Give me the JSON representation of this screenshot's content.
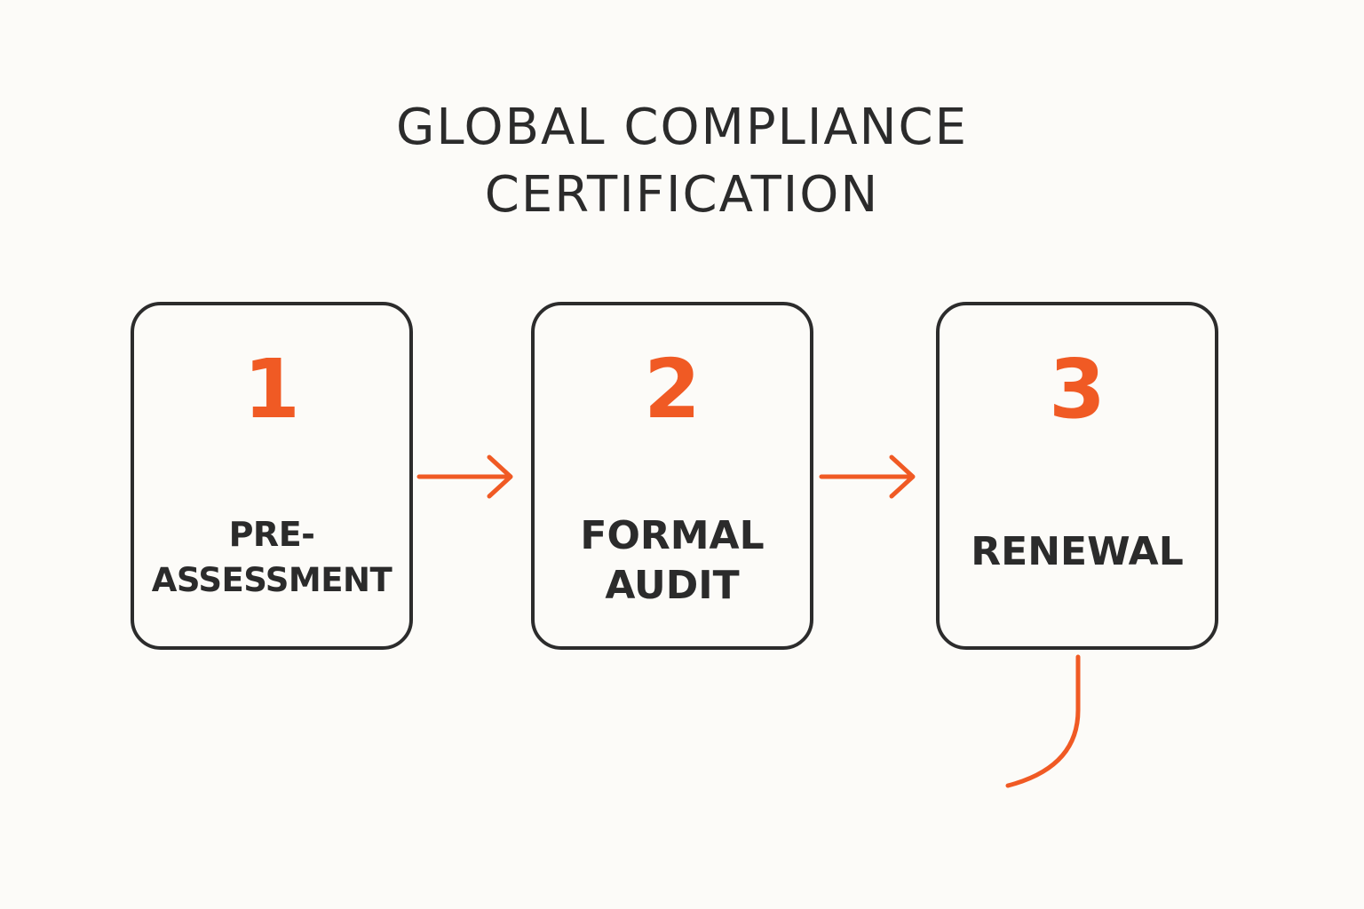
{
  "title": {
    "line1": "GLOBAL COMPLIANCE",
    "line2": "CERTIFICATION"
  },
  "steps": [
    {
      "number": "1",
      "label_lines": [
        "PRE-",
        "ASSESSMENT"
      ]
    },
    {
      "number": "2",
      "label_lines": [
        "FORMAL",
        "AUDIT"
      ]
    },
    {
      "number": "3",
      "label_lines": [
        "RENEWAL"
      ]
    }
  ],
  "colors": {
    "background": "#fcfbf8",
    "accent": "#f05a24",
    "text": "#2b2b2b",
    "border": "#2c2c2c"
  },
  "icons": {
    "connector_1_2": "arrow-right-icon",
    "connector_2_3": "arrow-right-icon",
    "loop_tail": "curved-line-icon"
  }
}
